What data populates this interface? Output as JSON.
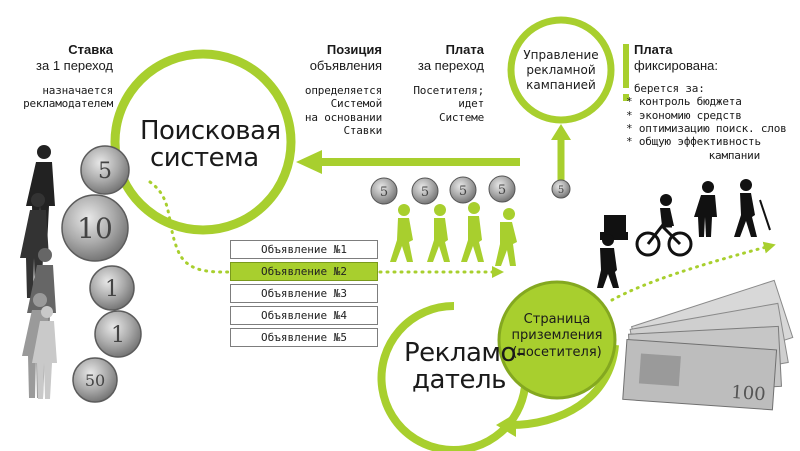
{
  "colors": {
    "accent": "#a8cf2e",
    "dark": "#1a1a1a",
    "coin": "#9c9c9c",
    "banknote": "#cfcfcf"
  },
  "bid": {
    "title": "Ставка",
    "subtitle": "за 1 переход",
    "desc": [
      "назначается",
      "рекламодателем"
    ]
  },
  "position": {
    "title": "Позиция",
    "subtitle": "объявления",
    "desc": [
      "определяется",
      "Системой",
      "на основании",
      "Ставки"
    ]
  },
  "pay": {
    "title": "Плата",
    "subtitle": "за переход",
    "desc": [
      "Посетителя;",
      "идет",
      "Системе"
    ]
  },
  "management": {
    "lines": [
      "Управление",
      "рекламной",
      "кампанией"
    ]
  },
  "fixed": {
    "title": "Плата",
    "subtitle": "фиксирована:",
    "lead": "берется за:",
    "items": [
      "контроль бюджета",
      "экономию средств",
      "оптимизацию поиск. слов",
      "общую эффективность"
    ],
    "tail": "кампании"
  },
  "search_system": {
    "lines": [
      "Поисковая",
      "система"
    ]
  },
  "advertiser": {
    "lines": [
      "Рекламо-",
      "датель"
    ]
  },
  "landing": {
    "lines": [
      "Страница",
      "приземления",
      "(посетителя)"
    ]
  },
  "ads": [
    "Объявление №1",
    "Объявление №2",
    "Объявление №3",
    "Объявление №4",
    "Объявление №5"
  ],
  "ads_active_index": 1,
  "coins": [
    "5",
    "10",
    "1",
    "1",
    "50"
  ],
  "walking_coins": [
    "5",
    "5",
    "5",
    "5"
  ],
  "small_coin": "5",
  "banknote_value": "100",
  "icons": [
    "exclamation-icon",
    "coin-icon",
    "walking-person-icon",
    "silhouette-person-icon",
    "cyclist-icon",
    "banknote-icon",
    "arrow-icon"
  ]
}
